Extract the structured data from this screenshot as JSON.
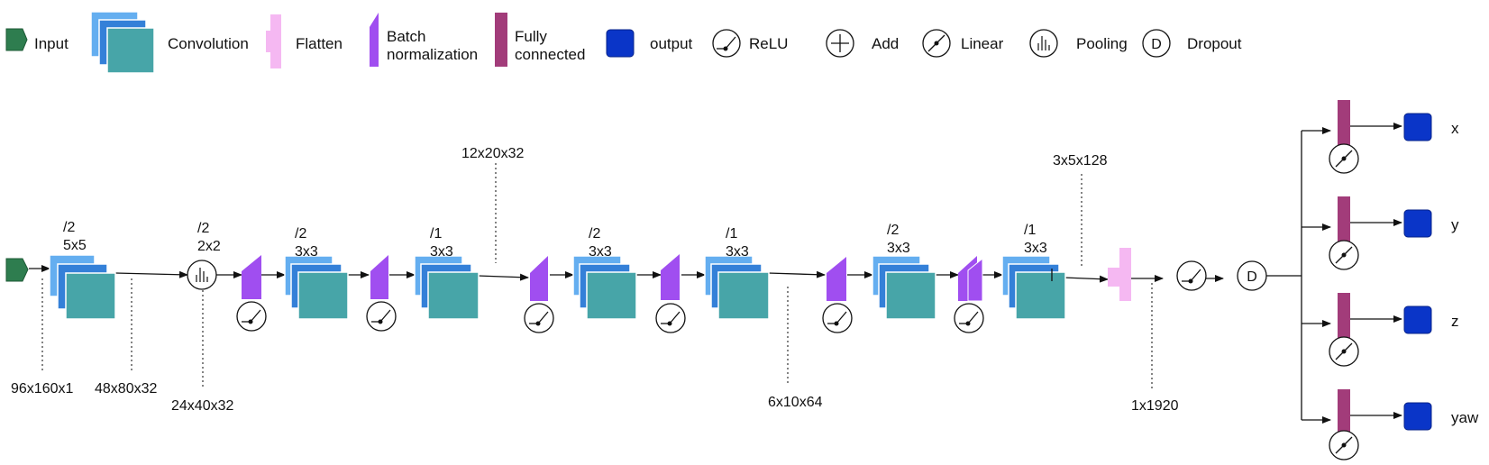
{
  "legend": {
    "input": "Input",
    "convolution": "Convolution",
    "flatten": "Flatten",
    "batchnorm_line1": "Batch",
    "batchnorm_line2": "normalization",
    "fc_line1": "Fully",
    "fc_line2": "connected",
    "output": "output",
    "relu": "ReLU",
    "add": "Add",
    "linear": "Linear",
    "pooling": "Pooling",
    "dropout": "Dropout",
    "dropout_symbol": "D"
  },
  "layers": [
    {
      "stride": "/2",
      "kernel": "5x5"
    },
    {
      "stride": "/2",
      "kernel": "2x2"
    },
    {
      "stride": "/2",
      "kernel": "3x3"
    },
    {
      "stride": "/1",
      "kernel": "3x3"
    },
    {
      "stride": "/2",
      "kernel": "3x3"
    },
    {
      "stride": "/1",
      "kernel": "3x3"
    },
    {
      "stride": "/2",
      "kernel": "3x3"
    },
    {
      "stride": "/1",
      "kernel": "3x3"
    }
  ],
  "dims": [
    "96x160x1",
    "48x80x32",
    "24x40x32",
    "12x20x32",
    "6x10x64",
    "3x5x128",
    "1x1920"
  ],
  "dropout_symbol": "D",
  "outputs": [
    "x",
    "y",
    "z",
    "yaw"
  ],
  "colors": {
    "input": "#2e7d4f",
    "conv_back": "#64aef0",
    "conv_mid": "#3480d8",
    "conv_front": "#47a5a8",
    "flatten": "#f5b8f2",
    "batchnorm": "#a04ef0",
    "fully_connected": "#a23c7a",
    "output": "#0a35c8"
  }
}
